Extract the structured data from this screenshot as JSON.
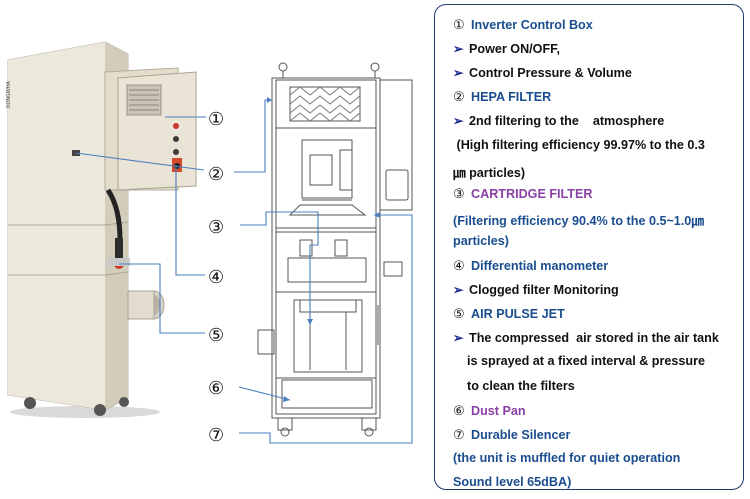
{
  "colors": {
    "panel_border": "#1f3a6b",
    "heading_blue": "#1a4d8f",
    "heading_purple": "#8a3fa6",
    "leader_line": "#4a7fc0",
    "cabinet": "#ece8dc"
  },
  "callouts": [
    "①",
    "②",
    "③",
    "④",
    "⑤",
    "⑥",
    "⑦"
  ],
  "machine": {
    "brand_label": "DONGWHA"
  },
  "spec": {
    "lines": [
      {
        "num": "①",
        "text": "Inverter Control Box",
        "style": "blue"
      },
      {
        "bullet": "➢",
        "text": "Power ON/OFF,",
        "style": "plain"
      },
      {
        "bullet": "➢",
        "text": "Control Pressure & Volume",
        "style": "plain"
      },
      {
        "num": "②",
        "text": "HEPA FILTER",
        "style": "blue"
      },
      {
        "bullet": "➢",
        "text": "2nd filtering to the    atmosphere",
        "style": "plain"
      },
      {
        "text": " (High filtering efficiency 99.97% to the 0.3",
        "style": "sub"
      },
      {
        "text": "㎛ particles)",
        "style": "sub"
      },
      {
        "num": "③",
        "text": "CARTRIDGE FILTER",
        "style": "purple"
      },
      {
        "text": "(Filtering efficiency 90.4% to the 0.5~1.0㎛",
        "style": "bluetext"
      },
      {
        "text": "particles)",
        "style": "bluetext"
      },
      {
        "num": "④",
        "text": "Differential manometer",
        "style": "blue"
      },
      {
        "bullet": "➢",
        "text": "Clogged filter Monitoring",
        "style": "plain"
      },
      {
        "num": "⑤",
        "text": "AIR PULSE JET",
        "style": "blue"
      },
      {
        "bullet": "➢",
        "text": "The compressed  air stored in the air tank",
        "style": "plain"
      },
      {
        "text": "is sprayed at a fixed interval & pressure",
        "style": "indent"
      },
      {
        "text": "to clean the filters",
        "style": "indent"
      },
      {
        "num": "⑥",
        "text": "Dust Pan",
        "style": "purple"
      },
      {
        "num": "⑦",
        "text": "Durable Silencer",
        "style": "blue"
      },
      {
        "text": "(the unit is muffled for quiet operation",
        "style": "bluetext"
      },
      {
        "text": "Sound level 65dBA)",
        "style": "bluetext"
      }
    ]
  }
}
